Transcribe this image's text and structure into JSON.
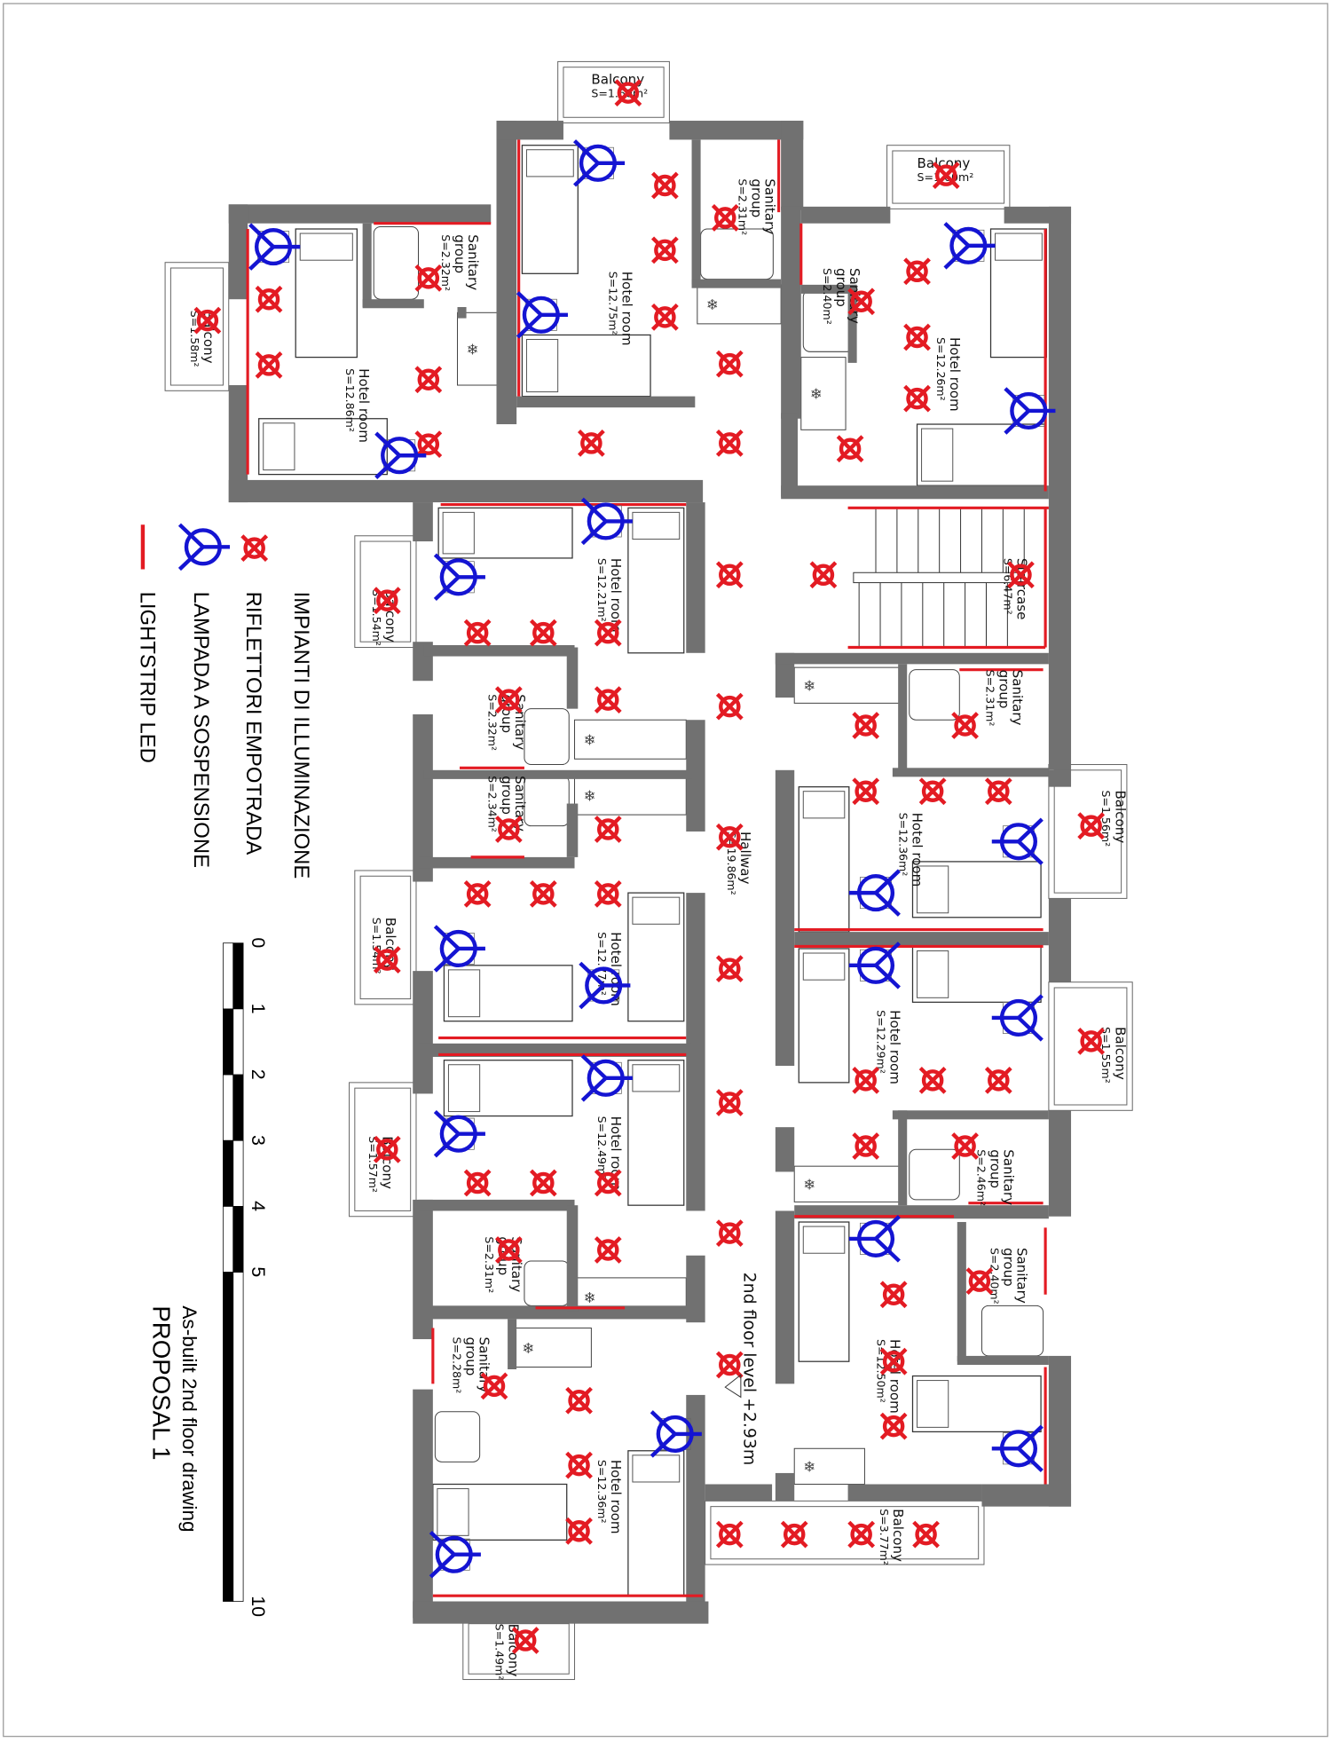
{
  "title": {
    "drawing": "As-built 2nd floor drawing",
    "proposal": "PROPOSAL 1"
  },
  "legend": {
    "heading": "IMPIANTI DI ILLUMINAZIONE",
    "items": [
      {
        "label": "RIFLETTORI EMPOTRADA",
        "icon": "recessed-spotlight-icon",
        "color": "#e31b23"
      },
      {
        "label": "LAMPADA A SOSPENSIONE",
        "icon": "pendant-lamp-icon",
        "color": "#1414d2"
      },
      {
        "label": "LIGHTSTRIP LED",
        "icon": "led-strip-icon",
        "color": "#e31b23"
      }
    ]
  },
  "scale_bar": {
    "ticks": [
      "0",
      "1",
      "2",
      "3",
      "4",
      "5",
      "10"
    ]
  },
  "floor_level": "2nd floor level +2.93m",
  "colors": {
    "wall": "#717171",
    "spot": "#e31b23",
    "pendant": "#1414d2",
    "strip": "#e31b23"
  },
  "rooms": [
    {
      "lines": [
        "Balcony"
      ],
      "area": "S=1.60m²"
    },
    {
      "lines": [
        "Balcony"
      ],
      "area": "S=1.60m²"
    },
    {
      "lines": [
        "Balcony"
      ],
      "area": "S=1.58m²"
    },
    {
      "lines": [
        "Hotel room"
      ],
      "area": "S=12.86m²"
    },
    {
      "lines": [
        "Sanitary",
        "group"
      ],
      "area": "S=2.32m²"
    },
    {
      "lines": [
        "Hotel room"
      ],
      "area": "S=12.75m²"
    },
    {
      "lines": [
        "Sanitary",
        "group"
      ],
      "area": "S=2.31m²"
    },
    {
      "lines": [
        "Sanitary",
        "group"
      ],
      "area": "S=2.40m²"
    },
    {
      "lines": [
        "Hotel room"
      ],
      "area": "S=12.26m²"
    },
    {
      "lines": [
        "Staircase"
      ],
      "area": "S=6.47m²"
    },
    {
      "lines": [
        "Hotel room"
      ],
      "area": "S=12.21m²"
    },
    {
      "lines": [
        "Balcony"
      ],
      "area": "S=1.54m²"
    },
    {
      "lines": [
        "Sanitary",
        "group"
      ],
      "area": "S=2.32m²"
    },
    {
      "lines": [
        "Sanitary",
        "group"
      ],
      "area": "S=2.34m²"
    },
    {
      "lines": [
        "Hallway"
      ],
      "area": "S=19.86m²"
    },
    {
      "lines": [
        "Hotel room"
      ],
      "area": "S=12.77m²"
    },
    {
      "lines": [
        "Balcony"
      ],
      "area": "S=1.54m²"
    },
    {
      "lines": [
        "Hotel room"
      ],
      "area": "S=12.49m²"
    },
    {
      "lines": [
        "Balcony"
      ],
      "area": "S=1.57m²"
    },
    {
      "lines": [
        "Sanitary",
        "group"
      ],
      "area": "S=2.31m²"
    },
    {
      "lines": [
        "Sanitary",
        "group"
      ],
      "area": "S=2.28m²"
    },
    {
      "lines": [
        "Hotel room"
      ],
      "area": "S=12.36m²"
    },
    {
      "lines": [
        "Balcony"
      ],
      "area": "S=1.49m²"
    },
    {
      "lines": [
        "Sanitary",
        "group"
      ],
      "area": "S=2.31m²"
    },
    {
      "lines": [
        "Hotel room"
      ],
      "area": "S=12.36m²"
    },
    {
      "lines": [
        "Balcony"
      ],
      "area": "S=1.56m²"
    },
    {
      "lines": [
        "Hotel room"
      ],
      "area": "S=12.29m²"
    },
    {
      "lines": [
        "Balcony"
      ],
      "area": "S=1.55m²"
    },
    {
      "lines": [
        "Sanitary",
        "group"
      ],
      "area": "S=2.46m²"
    },
    {
      "lines": [
        "Sanitary",
        "group"
      ],
      "area": "S=2.40m²"
    },
    {
      "lines": [
        "Hotel room"
      ],
      "area": "S=12.50m²"
    },
    {
      "lines": [
        "Balcony"
      ],
      "area": "S=3.77m²"
    }
  ]
}
